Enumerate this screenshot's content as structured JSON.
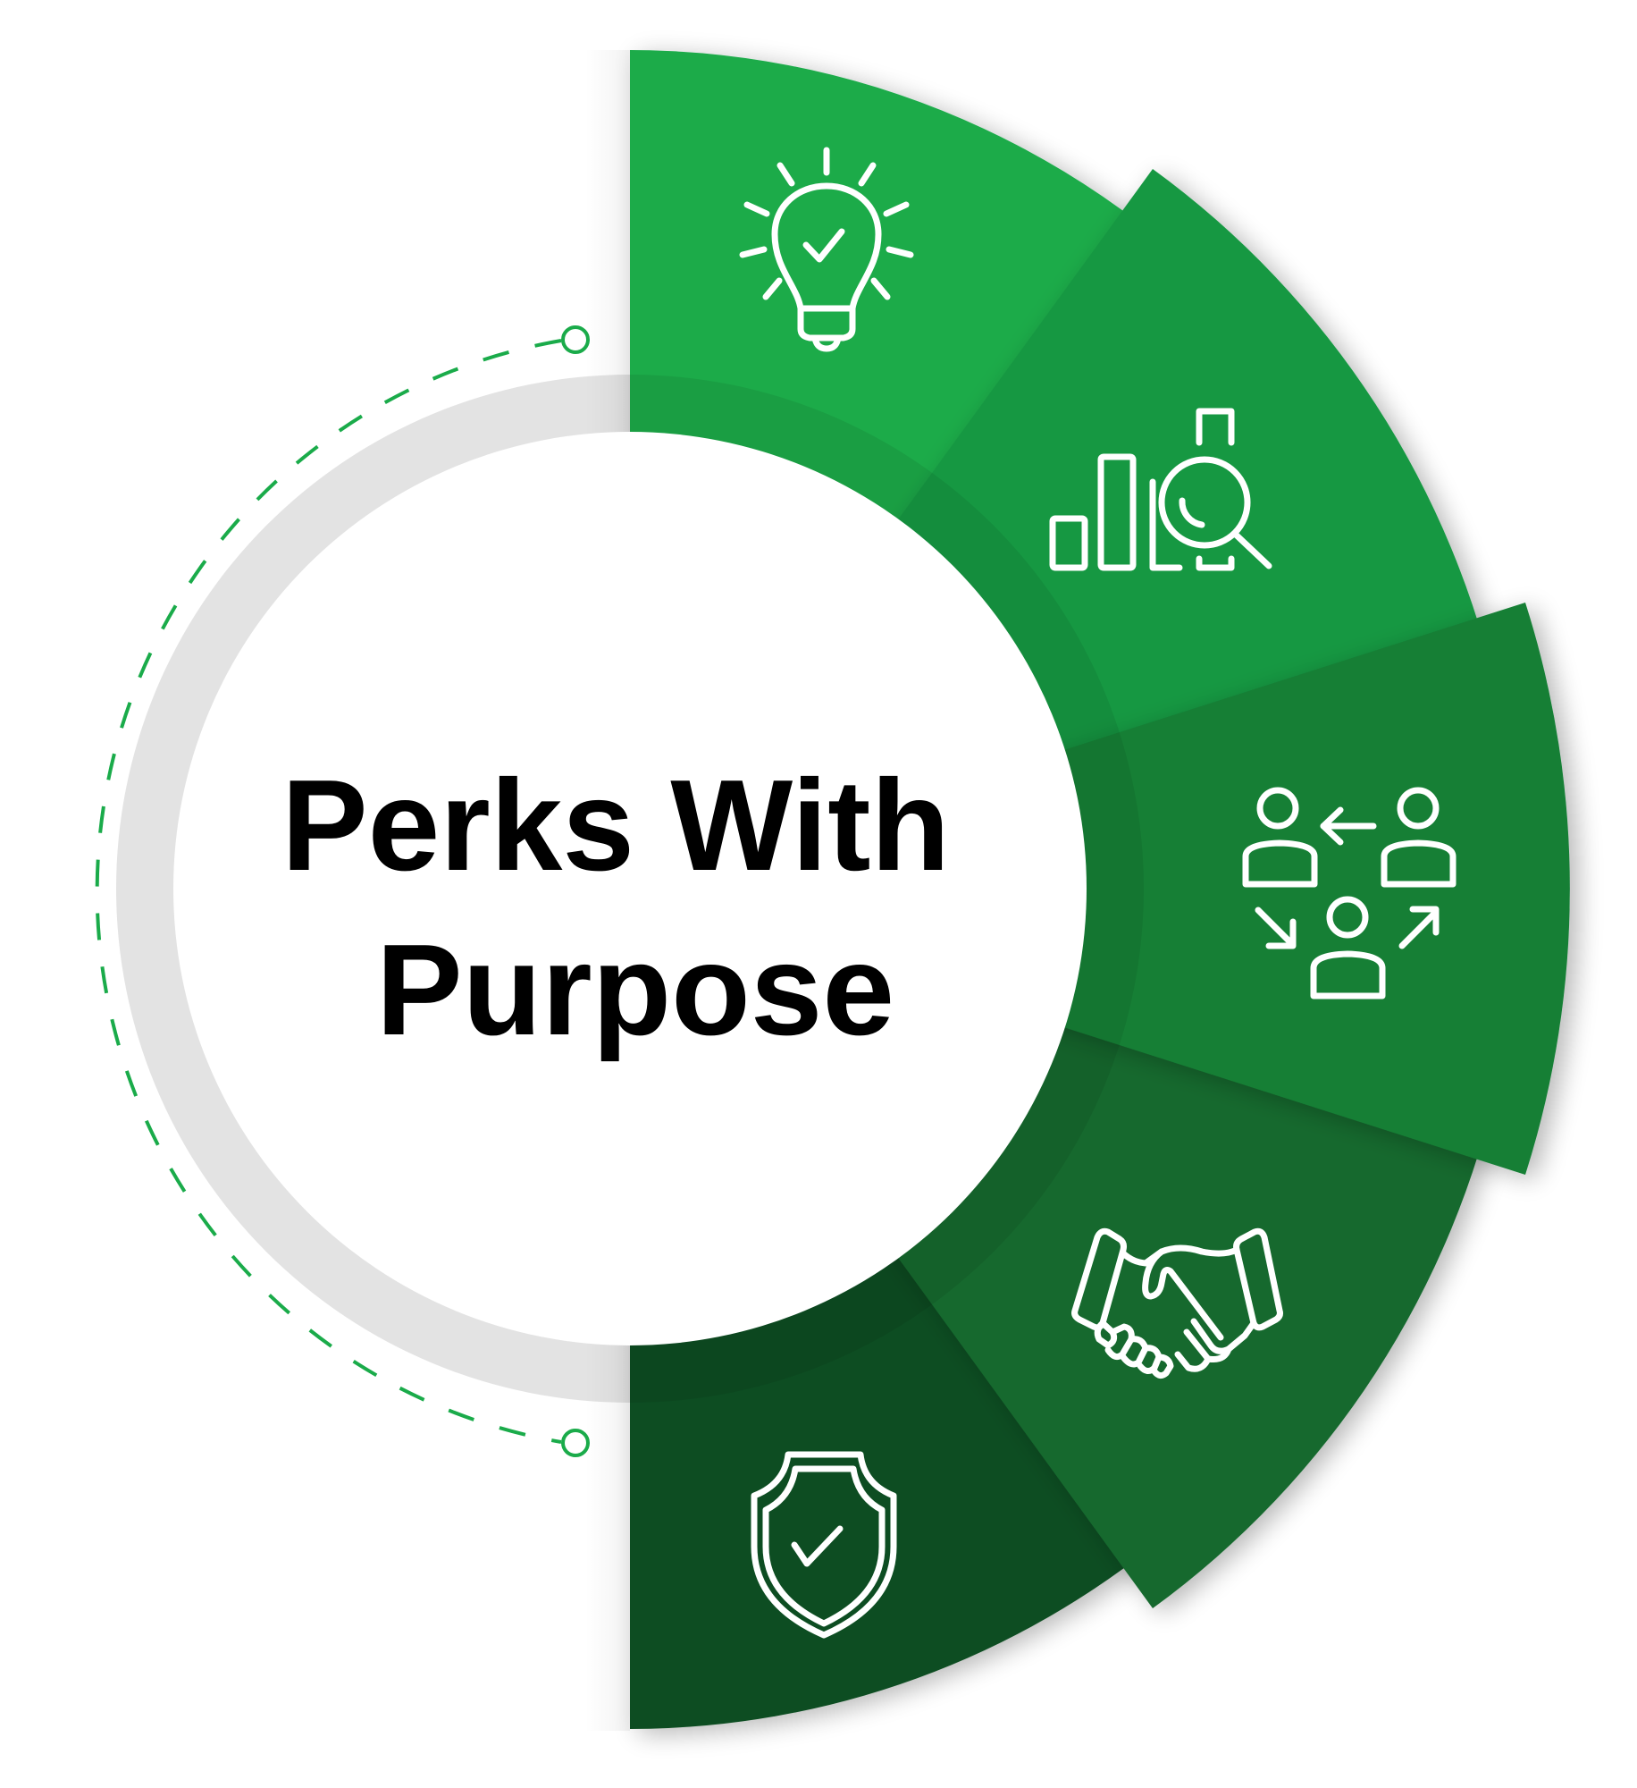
{
  "title": {
    "line1": "Perks With",
    "line2": "Purpose"
  },
  "colors": {
    "background": "#ffffff",
    "ring_gray": "#e3e3e3",
    "dash_green": "#1aab4a",
    "title_text": "#000000",
    "icon_stroke": "#ffffff"
  },
  "segments": [
    {
      "id": "segment-1",
      "icon": "lightbulb-check-icon",
      "color": "#1aab4a"
    },
    {
      "id": "segment-2",
      "icon": "bar-chart-magnifier-icon",
      "color": "#199843"
    },
    {
      "id": "segment-3",
      "icon": "people-exchange-icon",
      "color": "#147f36"
    },
    {
      "id": "segment-4",
      "icon": "handshake-icon",
      "color": "#15692e"
    },
    {
      "id": "segment-5",
      "icon": "shield-check-icon",
      "color": "#114d22"
    }
  ],
  "connector": {
    "style": "dashed-arc",
    "endpoints": [
      "top-circle-marker",
      "bottom-circle-marker"
    ]
  }
}
